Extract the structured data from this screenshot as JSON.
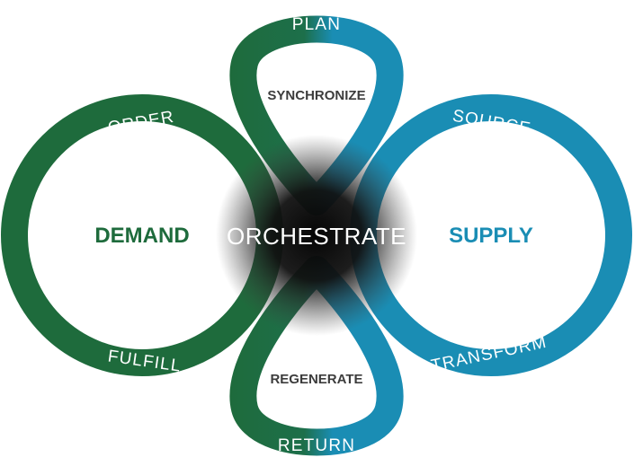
{
  "colors": {
    "demand_green": "#1e6b3c",
    "supply_blue": "#1a8db4",
    "center_dark": "#0b0b0b",
    "inner_text": "#3c3c3c"
  },
  "labels": {
    "plan": "PLAN",
    "synchronize": "SYNCHRONIZE",
    "order": "ORDER",
    "source": "SOURCE",
    "demand": "DEMAND",
    "orchestrate": "ORCHESTRATE",
    "supply": "SUPPLY",
    "fulfill": "FULFILL",
    "transform": "TRANSFORM",
    "regenerate": "REGENERATE",
    "return": "RETURN"
  }
}
